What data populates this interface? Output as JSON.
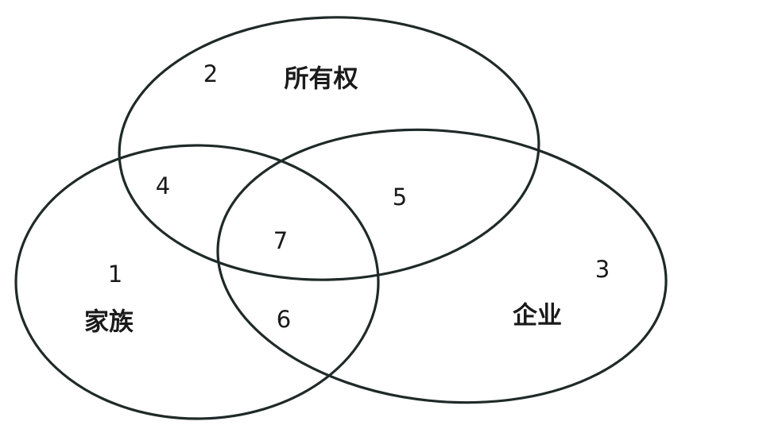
{
  "sets": {
    "ownership": {
      "label": "所有权"
    },
    "family": {
      "label": "家族"
    },
    "business": {
      "label": "企业"
    }
  },
  "regions": {
    "r1": "1",
    "r2": "2",
    "r3": "3",
    "r4": "4",
    "r5": "5",
    "r6": "6",
    "r7": "7"
  },
  "colors": {
    "outline": "#1f2a28",
    "text": "#1a1a1a",
    "background": "#ffffff"
  }
}
